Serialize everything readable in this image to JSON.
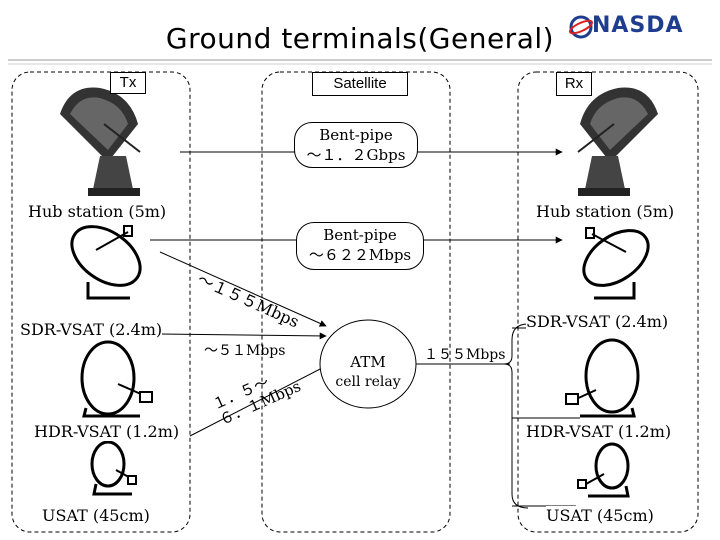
{
  "title": "Ground terminals(General)",
  "logo": {
    "text": "NASDA",
    "icon": "nasda-logo-icon",
    "color": "#1e3d8f"
  },
  "columns": {
    "tx": "Tx",
    "satellite": "Satellite",
    "rx": "Rx"
  },
  "links": {
    "bentpipe_high": {
      "line1": "Bent-pipe",
      "line2": "～１．２Gbps"
    },
    "bentpipe_mid": {
      "line1": "Bent-pipe",
      "line2": "～６２２Mbps"
    }
  },
  "rates": {
    "hub_to_atm": "～１５５Mbps",
    "sdr_to_atm": "～５１Mbps",
    "low_line1": "１．５～",
    "low_line2": "６．１Mbps",
    "atm_to_rx": "１５５Mbps"
  },
  "atm": {
    "line1": "ATM",
    "line2": "cell relay"
  },
  "tx_sites": {
    "hub": "Hub station (5m)",
    "sdr": "SDR-VSAT (2.4m)",
    "hdr": "HDR-VSAT (1.2m)",
    "usat": "USAT (45cm)"
  },
  "rx_sites": {
    "hub": "Hub station (5m)",
    "sdr": "SDR-VSAT (2.4m)",
    "hdr": "HDR-VSAT (1.2m)",
    "usat": "USAT (45cm)"
  }
}
